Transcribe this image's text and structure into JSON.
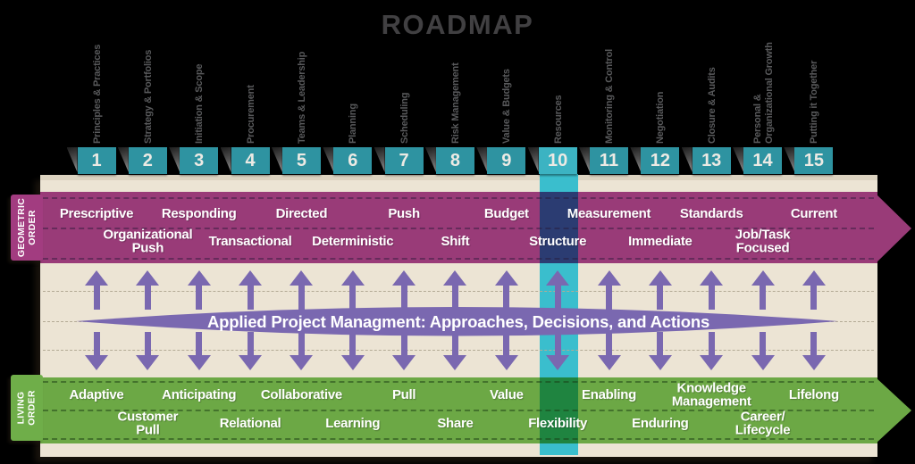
{
  "title": "ROADMAP",
  "center_banner": {
    "text": "Applied Project Managment: Approaches, Decisions, and Actions"
  },
  "bands": {
    "geometric": {
      "side_label": "GEOMETRIC\nORDER"
    },
    "living": {
      "side_label": "LIVING\nORDER"
    }
  },
  "highlight": {
    "column_number": "10",
    "column_topic": "Resources"
  },
  "columns": [
    {
      "number": "1",
      "topic": "Principles & Practices",
      "geometric": "Prescriptive",
      "living": "Adaptive",
      "highlighted": false
    },
    {
      "number": "2",
      "topic": "Strategy & Portfolios",
      "geometric": "Organizational\nPush",
      "living": "Customer\nPull",
      "highlighted": false
    },
    {
      "number": "3",
      "topic": "Initiation & Scope",
      "geometric": "Responding",
      "living": "Anticipating",
      "highlighted": false
    },
    {
      "number": "4",
      "topic": "Procurement",
      "geometric": "Transactional",
      "living": "Relational",
      "highlighted": false
    },
    {
      "number": "5",
      "topic": "Teams & Leadership",
      "geometric": "Directed",
      "living": "Collaborative",
      "highlighted": false
    },
    {
      "number": "6",
      "topic": "Planning",
      "geometric": "Deterministic",
      "living": "Learning",
      "highlighted": false
    },
    {
      "number": "7",
      "topic": "Scheduling",
      "geometric": "Push",
      "living": "Pull",
      "highlighted": false
    },
    {
      "number": "8",
      "topic": "Risk Management",
      "geometric": "Shift",
      "living": "Share",
      "highlighted": false
    },
    {
      "number": "9",
      "topic": "Value & Budgets",
      "geometric": "Budget",
      "living": "Value",
      "highlighted": false
    },
    {
      "number": "10",
      "topic": "Resources",
      "geometric": "Structure",
      "living": "Flexibility",
      "highlighted": true
    },
    {
      "number": "11",
      "topic": "Monitoring & Control",
      "geometric": "Measurement",
      "living": "Enabling",
      "highlighted": false
    },
    {
      "number": "12",
      "topic": "Negotiation",
      "geometric": "Immediate",
      "living": "Enduring",
      "highlighted": false
    },
    {
      "number": "13",
      "topic": "Closure & Audits",
      "geometric": "Standards",
      "living": "Knowledge\nManagement",
      "highlighted": false
    },
    {
      "number": "14",
      "topic": "Personal &\nOrganizational Growth",
      "geometric": "Job/Task\nFocused",
      "living": "Career/\nLifecycle",
      "highlighted": false
    },
    {
      "number": "15",
      "topic": "Putting it Together",
      "geometric": "Current",
      "living": "Lifelong",
      "highlighted": false
    }
  ],
  "theme": {
    "page_bg": "#000000",
    "panel": "#ece4d4",
    "panel_edge": "#dcd3c0",
    "title_color": "#414042",
    "topic_color": "#58595b",
    "box_teal": "#2e93a1",
    "box_teal_hl": "#3cb3c2",
    "purple_band": "#993b78",
    "green_band": "#6ca845",
    "tab_magenta": "#a23c80",
    "tab_green": "#6fae49",
    "arrow_purple": "#7a68b0",
    "hl_cyan": "#3abecd",
    "hl_navy": "#2b3c72",
    "hl_green": "#1f8440"
  }
}
